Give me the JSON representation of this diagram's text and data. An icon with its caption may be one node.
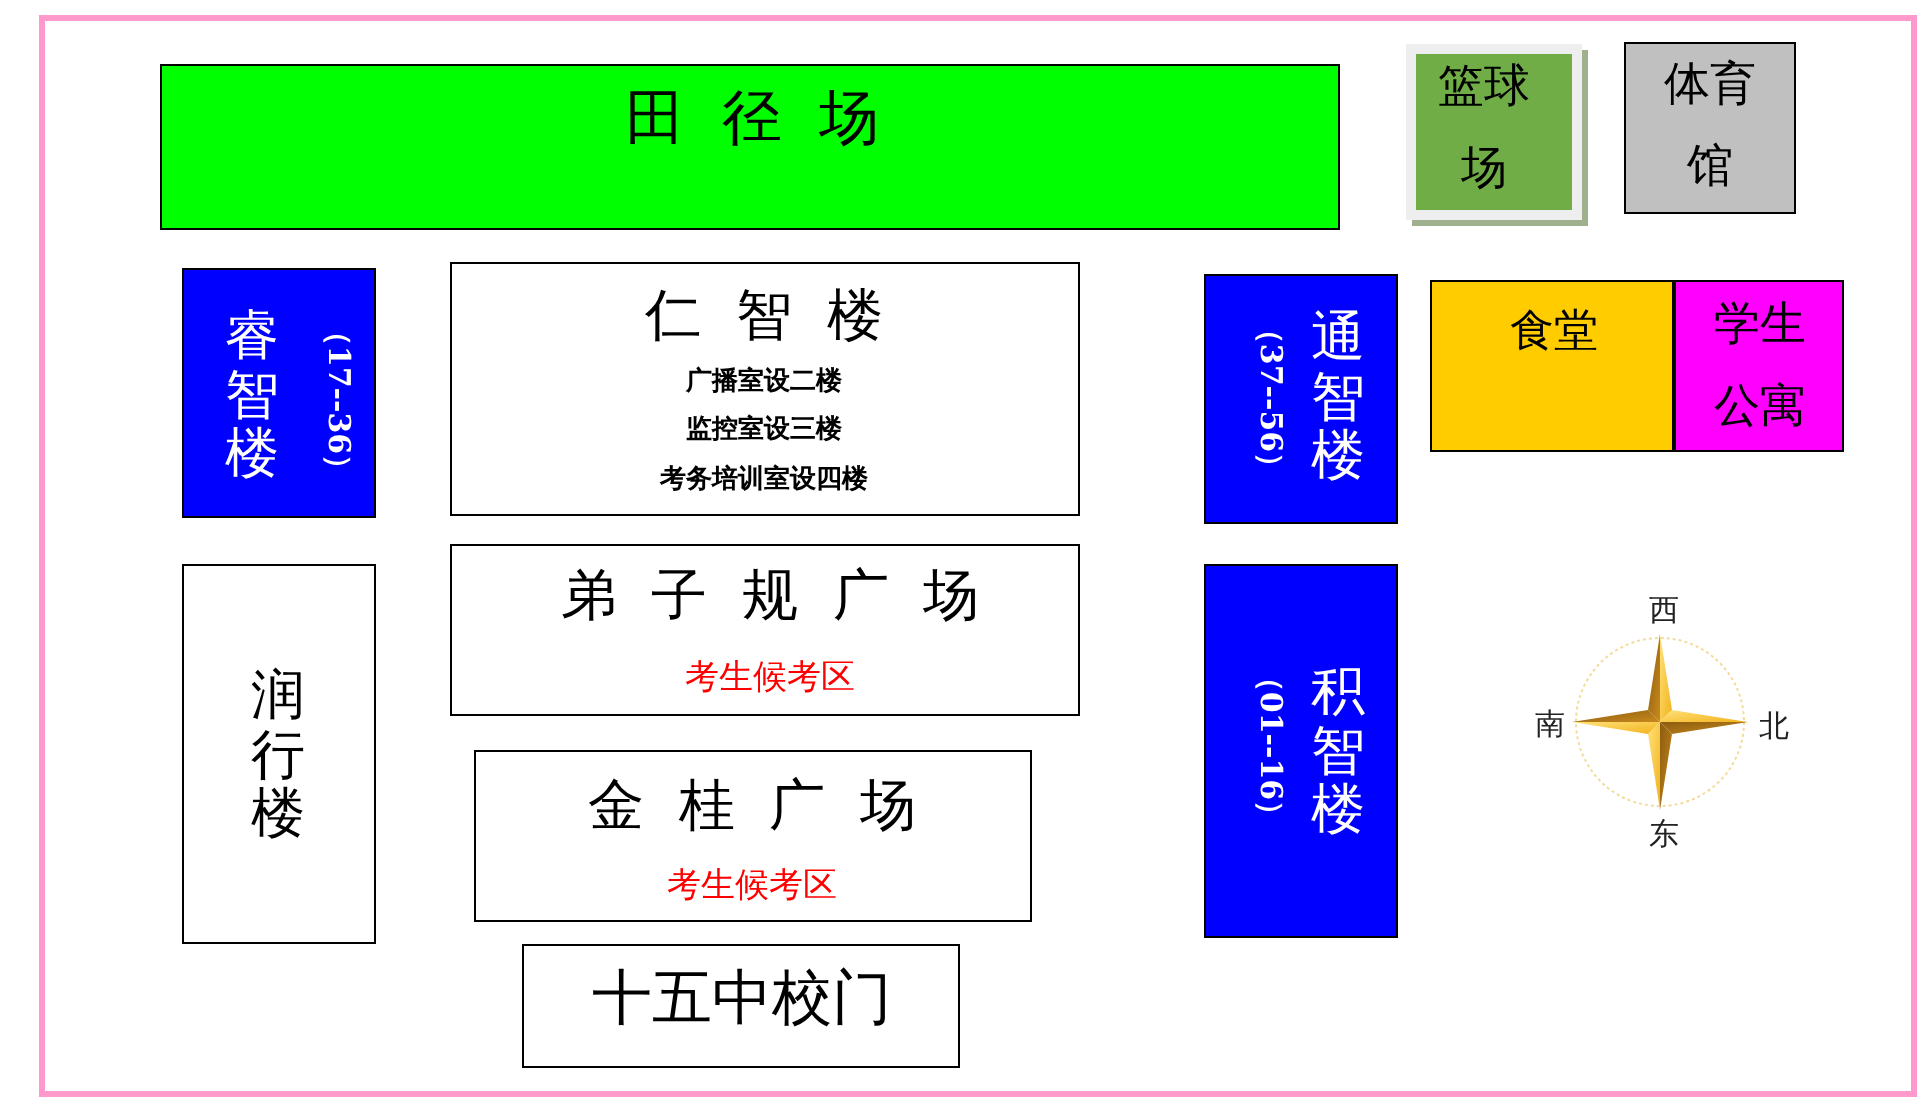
{
  "diagram": {
    "nodes": [
      {
        "text": [
          "田 径 场"
        ]
      },
      {
        "text": [
          "篮球场"
        ]
      },
      {
        "text": [
          "体育馆"
        ]
      },
      {
        "text": [
          "睿智楼",
          "（17--36）"
        ]
      },
      {
        "text": [
          "仁 智 楼",
          "广播室设二楼",
          "监控室设三楼",
          "考务培训室设四楼"
        ]
      },
      {
        "text": [
          "通智楼",
          "（37--56）"
        ]
      },
      {
        "text": [
          "食堂"
        ]
      },
      {
        "text": [
          "学生公寓"
        ]
      },
      {
        "text": [
          "润行楼"
        ]
      },
      {
        "text": [
          "弟 子 规 广 场",
          "考生候考区"
        ]
      },
      {
        "text": [
          "积智楼",
          "（01--16）"
        ]
      },
      {
        "text": [
          "金 桂 广 场",
          "考生候考区"
        ]
      },
      {
        "text": [
          "十五中校门"
        ]
      }
    ],
    "labels": [
      "西",
      "南",
      "北",
      "东"
    ]
  }
}
